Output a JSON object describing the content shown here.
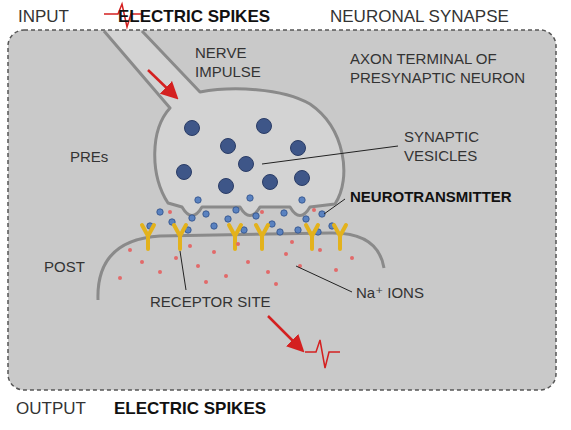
{
  "diagram": {
    "title": "NEURONAL SYNAPSE",
    "labels": [
      "INPUT",
      "ELECTRIC SPIKES",
      "NERVE IMPULSE",
      "AXON TERMINAL OF PRESYNAPTIC NEURON",
      "PREs",
      "SYNAPTIC VESICLES",
      "NEUROTRANSMITTER",
      "POST",
      "RECEPTOR SITE",
      "Na⁺ IONS",
      "OUTPUT",
      "ELECTRIC SPIKES"
    ]
  }
}
